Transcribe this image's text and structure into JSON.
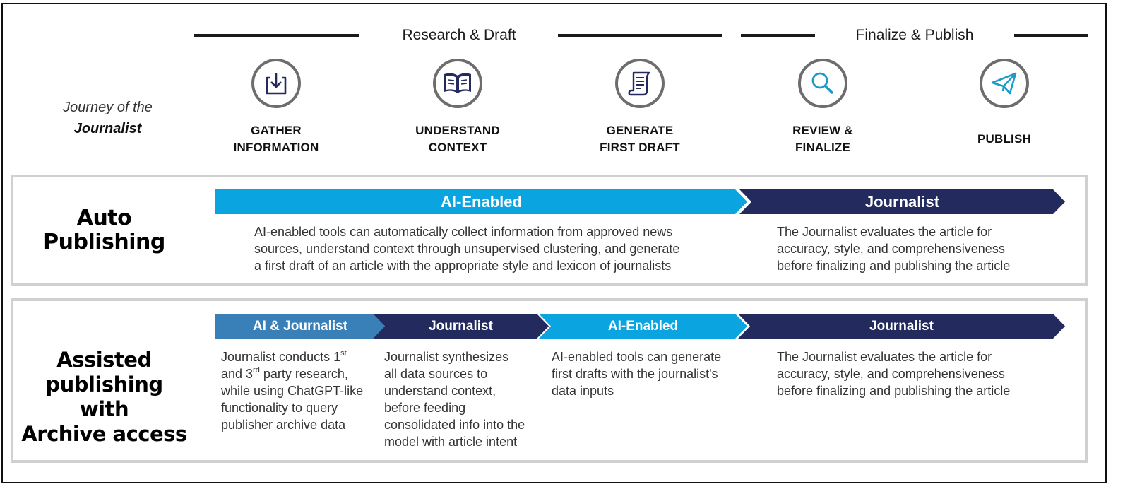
{
  "phases": [
    {
      "label": "Research & Draft"
    },
    {
      "label": "Finalize & Publish"
    }
  ],
  "journey": {
    "line1": "Journey of the",
    "line2": "Journalist"
  },
  "steps": [
    {
      "line1": "GATHER",
      "line2": "INFORMATION",
      "icon": "download-box-icon"
    },
    {
      "line1": "UNDERSTAND",
      "line2": "CONTEXT",
      "icon": "open-book-icon"
    },
    {
      "line1": "GENERATE",
      "line2": "FIRST DRAFT",
      "icon": "document-scroll-icon"
    },
    {
      "line1": "REVIEW &",
      "line2": "FINALIZE",
      "icon": "magnifier-icon"
    },
    {
      "line1": "",
      "line2": "PUBLISH",
      "icon": "paper-plane-icon"
    }
  ],
  "rows": {
    "auto": {
      "title": [
        "Auto",
        "Publishing"
      ],
      "chevrons": [
        "AI-Enabled",
        "Journalist"
      ],
      "descs": [
        [
          "AI-enabled tools can automatically collect information from approved news",
          "sources, understand context through unsupervised clustering, and generate",
          "a first draft of an article with the appropriate style and lexicon of journalists"
        ],
        [
          "The Journalist evaluates the article for",
          "accuracy, style, and comprehensiveness",
          "before finalizing and publishing the article"
        ]
      ]
    },
    "assisted": {
      "title": [
        "Assisted",
        "publishing with",
        "Archive access"
      ],
      "chevrons": [
        "AI & Journalist",
        "Journalist",
        "AI-Enabled",
        "Journalist"
      ],
      "descs": [
        {
          "l1_pre": "Journalist conducts 1",
          "l1_sup": "st",
          "l2_pre": "and 3",
          "l2_sup": "rd",
          "l2_post": " party research,",
          "rest": [
            "while using ChatGPT-like",
            "functionality to query",
            "publisher archive data"
          ]
        },
        [
          "Journalist synthesizes",
          "all data sources to",
          "understand context,",
          "before feeding",
          "consolidated info into the",
          "model with article intent"
        ],
        [
          "AI-enabled tools can generate",
          "first drafts with the journalist's",
          "data inputs"
        ],
        [
          "The Journalist evaluates the article for",
          "accuracy, style, and comprehensiveness",
          "before finalizing and publishing the article"
        ]
      ]
    }
  },
  "colors": {
    "ai_enabled": "#0aa5e0",
    "journalist": "#232a5e",
    "ai_journalist": "#3a80b8",
    "icon": "#232a5e",
    "icon_alt": "#1a9ac9"
  }
}
